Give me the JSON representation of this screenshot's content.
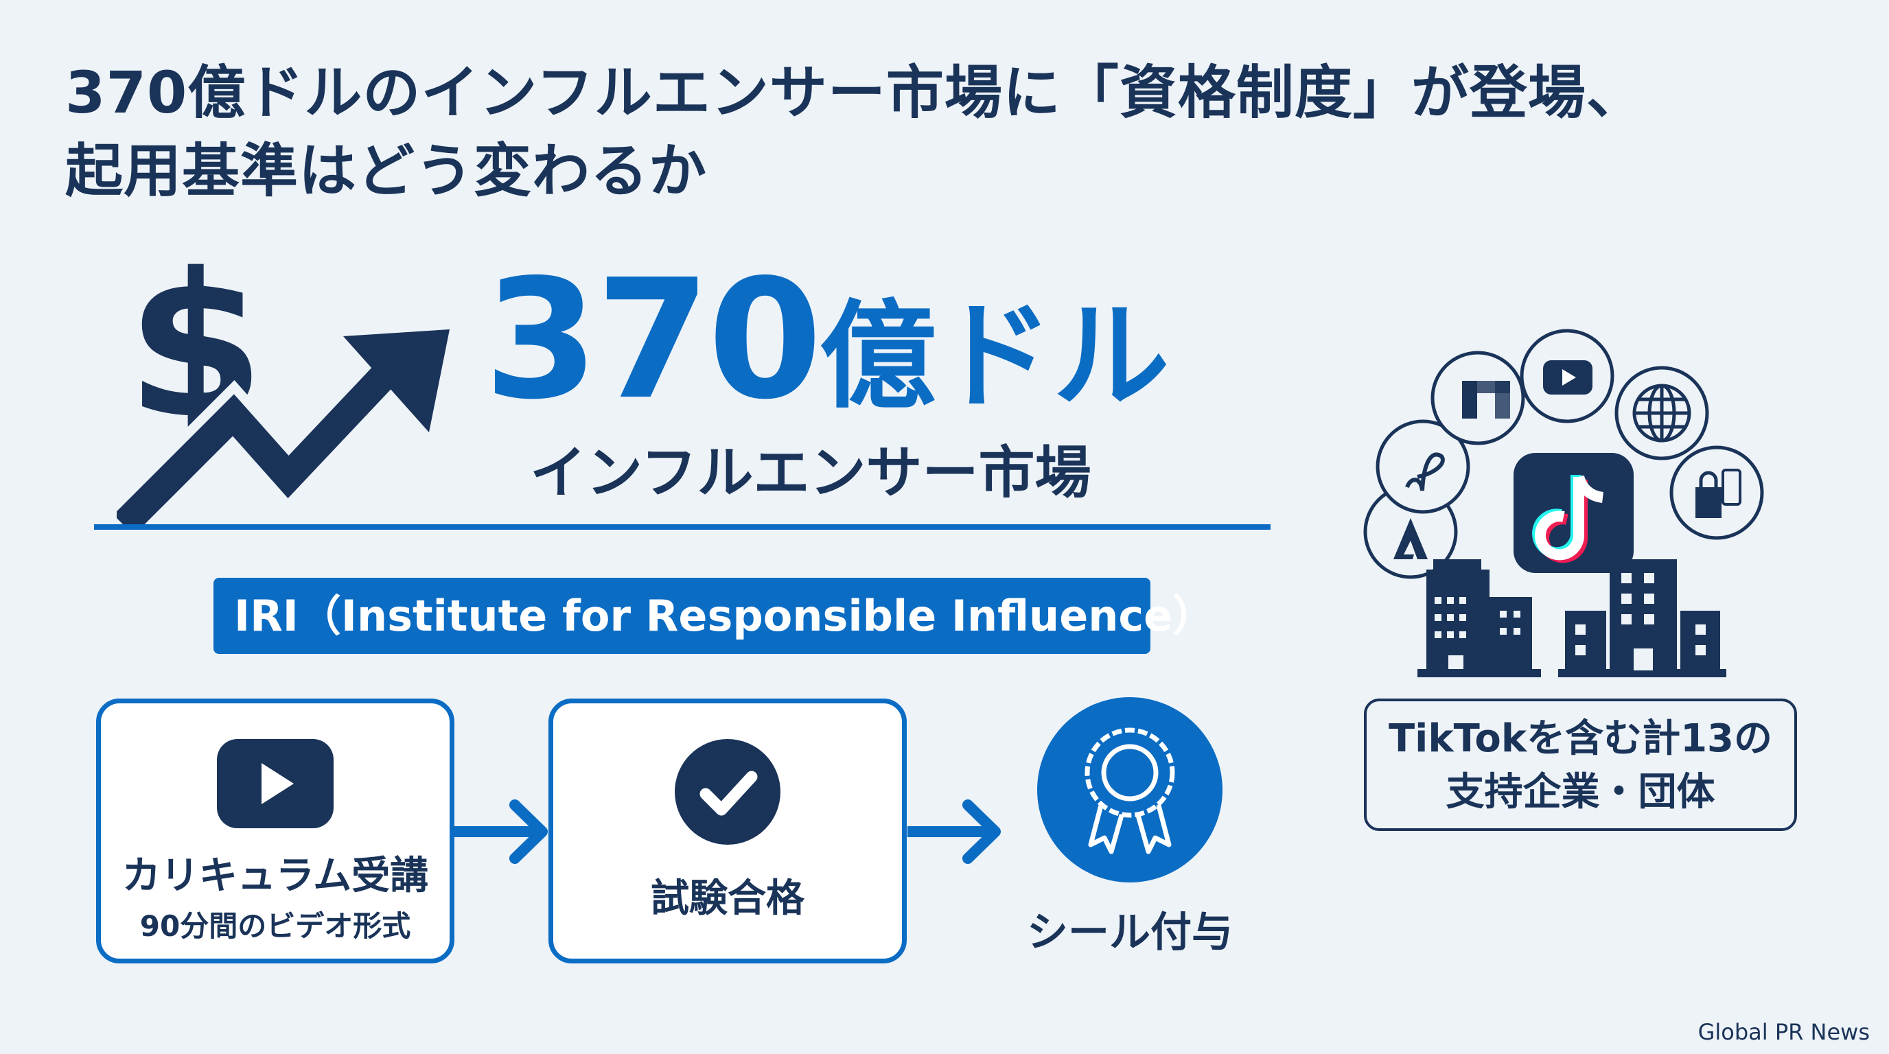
{
  "title": {
    "line1": "370億ドルのインフルエンサー市場に「資格制度」が登場、",
    "line2": "起用基準はどう変わるか"
  },
  "hero": {
    "amount": "370",
    "amount_unit": "億ドル",
    "caption": "インフルエンサー市場",
    "icon": "dollar-rising-arrow-icon"
  },
  "organization": "IRI（Institute for Responsible Influence）",
  "process": {
    "steps": [
      {
        "label": "カリキュラム受講",
        "detail": "90分間のビデオ形式",
        "icon": "video-play-icon"
      },
      {
        "label": "試験合格",
        "icon": "checkmark-icon"
      },
      {
        "label": "シール付与",
        "icon": "award-ribbon-icon"
      }
    ]
  },
  "supporters": {
    "line1": "TikTokを含む計13の",
    "line2": "支持企業・団体",
    "icons": [
      "tiktok-icon",
      "youtube-icon",
      "globe-icon",
      "shopping-bag-icon",
      "brand-a-icon",
      "script-f-icon",
      "brand-n-icon",
      "buildings-icon"
    ]
  },
  "footer": "Global PR News",
  "colors": {
    "navy": "#1a3358",
    "blue": "#0b6cc4",
    "background": "#eef3f8"
  }
}
